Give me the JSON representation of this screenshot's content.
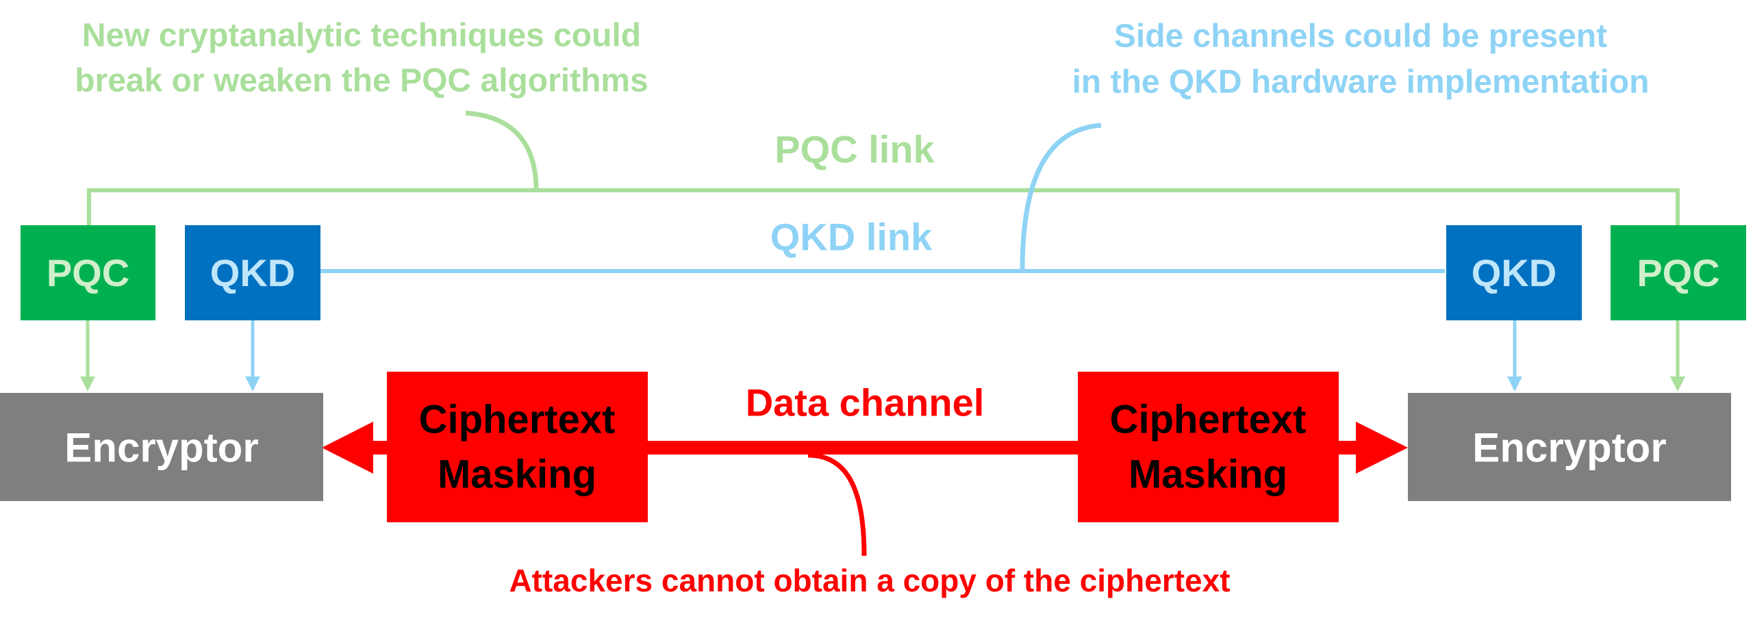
{
  "annotations": {
    "pqc_risk": [
      "New cryptanalytic techniques could",
      "break or weaken the PQC algorithms"
    ],
    "qkd_risk": [
      "Side channels could be present",
      "in the QKD hardware implementation"
    ],
    "attacker": "Attackers cannot obtain a copy of the ciphertext"
  },
  "links": {
    "pqc": "PQC link",
    "qkd": "QKD link",
    "data": "Data channel"
  },
  "nodes": {
    "left_pqc": "PQC",
    "left_qkd": "QKD",
    "right_qkd": "QKD",
    "right_pqc": "PQC",
    "left_encryptor": "Encryptor",
    "right_encryptor": "Encryptor",
    "left_masking": [
      "Ciphertext",
      "Masking"
    ],
    "right_masking": [
      "Ciphertext",
      "Masking"
    ]
  },
  "colors": {
    "pqc_line": "#A9DF9B",
    "pqc_text": "#A9DF9B",
    "pqc_box": "#00B050",
    "pqc_box_text": "#CFEFCB",
    "qkd_line": "#8ED3F5",
    "qkd_text": "#8ED3F5",
    "qkd_box": "#0070C0",
    "qkd_box_text": "#BFE6FA",
    "data": "#FF0000",
    "masking_box": "#FF0000",
    "masking_text": "#000000",
    "encryptor_box": "#7F7F7F",
    "encryptor_text": "#FFFFFF"
  }
}
